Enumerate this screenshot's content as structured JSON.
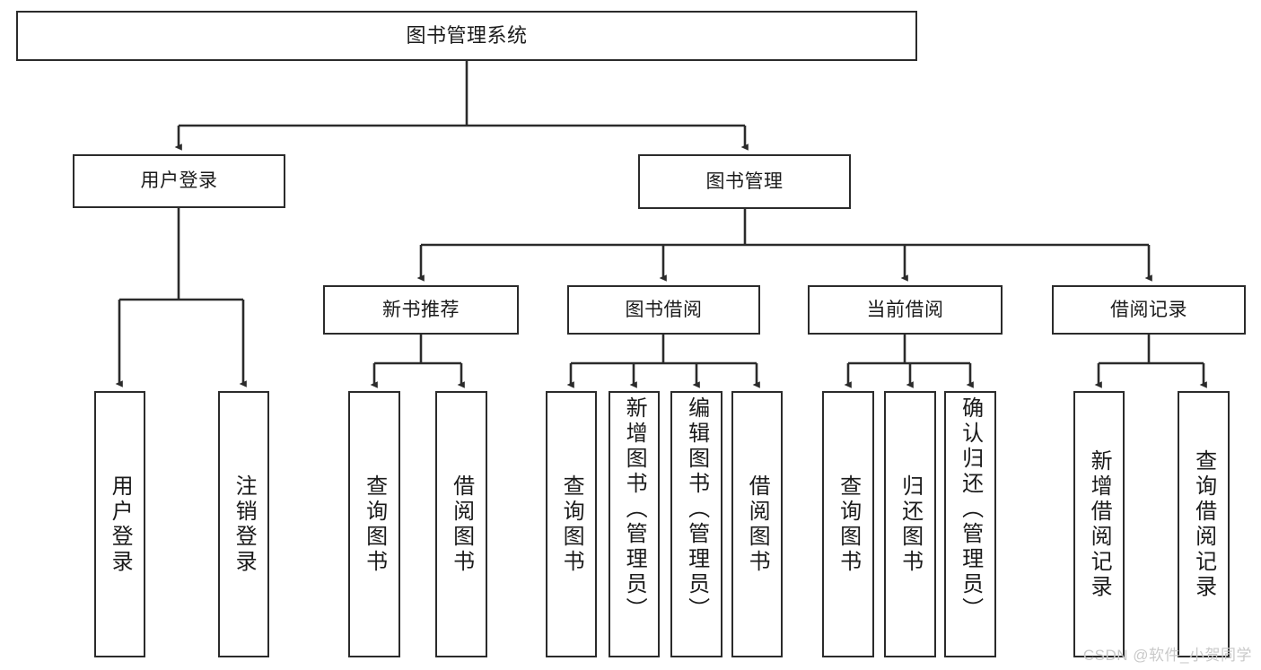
{
  "diagram": {
    "title": "图书管理系统",
    "type": "hierarchy-function-structure",
    "stroke_color": "#2b2b2b",
    "fill_color": "#ffffff",
    "background": "#ffffff",
    "watermark": "CSDN @软件_小贺同学",
    "watermark_color": "#c9c9c9"
  },
  "nodes": {
    "root": {
      "label": "图书管理系统"
    },
    "level2": [
      {
        "label": "用户登录"
      },
      {
        "label": "图书管理"
      }
    ],
    "level3": [
      {
        "label": "新书推荐"
      },
      {
        "label": "图书借阅"
      },
      {
        "label": "当前借阅"
      },
      {
        "label": "借阅记录"
      }
    ],
    "leaves": {
      "user_login": [
        {
          "label": "用户登录"
        },
        {
          "label": "注销登录"
        }
      ],
      "new_book": [
        {
          "label": "查询图书"
        },
        {
          "label": "借阅图书"
        }
      ],
      "book_borrow": [
        {
          "label": "查询图书"
        },
        {
          "label": "新增图书（管理员）"
        },
        {
          "label": "编辑图书（管理员）"
        },
        {
          "label": "借阅图书"
        }
      ],
      "current_borrow": [
        {
          "label": "查询图书"
        },
        {
          "label": "归还图书"
        },
        {
          "label": "确认归还（管理员）"
        }
      ],
      "borrow_record": [
        {
          "label": "新增借阅记录"
        },
        {
          "label": "查询借阅记录"
        }
      ]
    }
  }
}
